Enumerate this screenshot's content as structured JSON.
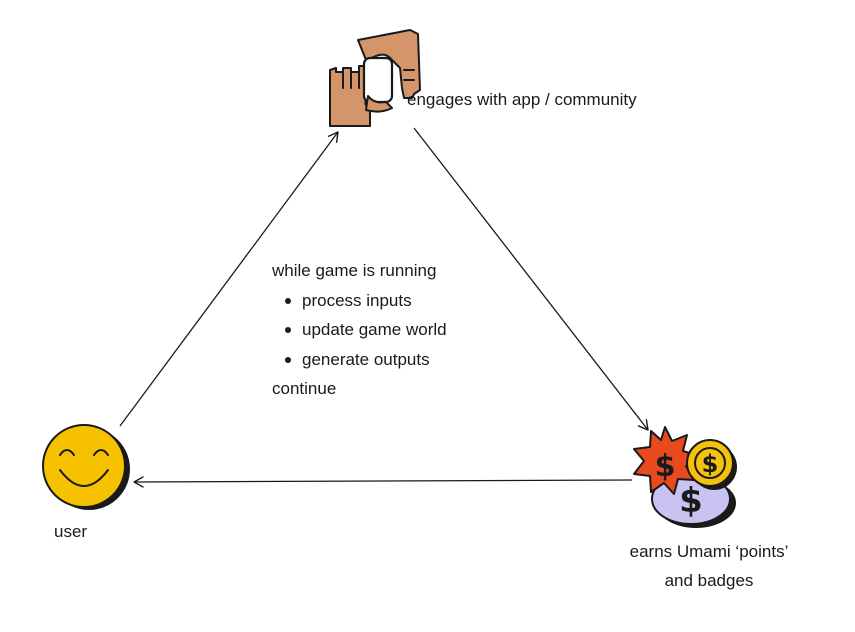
{
  "nodes": {
    "top": {
      "label": "engages with app / community",
      "icon": "hands-phone-icon"
    },
    "left": {
      "label": "user",
      "icon": "smiley-face-icon"
    },
    "right": {
      "line1": "earns Umami  ‘points’",
      "line2": "and badges",
      "icon": "coins-badges-icon"
    }
  },
  "loop": {
    "header": "while game is running",
    "steps": [
      "process inputs",
      "update game world",
      "generate outputs"
    ],
    "footer": "continue"
  },
  "colors": {
    "skin": "#D4956A",
    "smiley": "#F6C200",
    "coin_gold": "#F4C20D",
    "starburst": "#E8491D",
    "badge_lavender": "#C9C3F2",
    "ink": "#1a1a1a"
  }
}
